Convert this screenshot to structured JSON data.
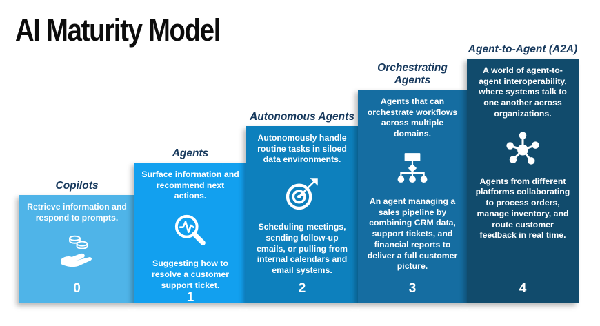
{
  "title": "AI Maturity Model",
  "palette": {
    "heading_text": "#17395d",
    "box_text": "#ffffff",
    "title_text": "#0c0c0c"
  },
  "stages": [
    {
      "label": "Copilots",
      "level": "0",
      "color": "#4fb4e8",
      "icon": "hand-coins-icon",
      "description": "Retrieve information and respond to prompts."
    },
    {
      "label": "Agents",
      "level": "1",
      "color": "#12a0ef",
      "icon": "magnifier-pulse-icon",
      "description": "Surface information and recommend next actions.",
      "example": "Suggesting how to resolve a customer support ticket."
    },
    {
      "label": "Autonomous Agents",
      "level": "2",
      "color": "#0d80bd",
      "icon": "target-dart-icon",
      "description": "Autonomously handle routine tasks in siloed data environments.",
      "example": "Scheduling meetings, sending follow-up emails, or pulling from internal calendars and email systems."
    },
    {
      "label": "Orchestrating Agents",
      "level": "3",
      "color": "#156da1",
      "icon": "org-chart-icon",
      "description": "Agents that can orchestrate workflows across multiple domains.",
      "example": "An agent managing a sales pipeline by combining CRM data, support tickets, and financial reports to deliver a full customer picture."
    },
    {
      "label": "Agent-to-Agent (A2A)",
      "level": "4",
      "color": "#114b6c",
      "icon": "network-hub-icon",
      "description": "A world of agent-to-agent interoperability, where systems talk to one another across organizations.",
      "example": "Agents from different platforms collaborating to process orders, manage inventory, and route customer feedback in real time."
    }
  ]
}
